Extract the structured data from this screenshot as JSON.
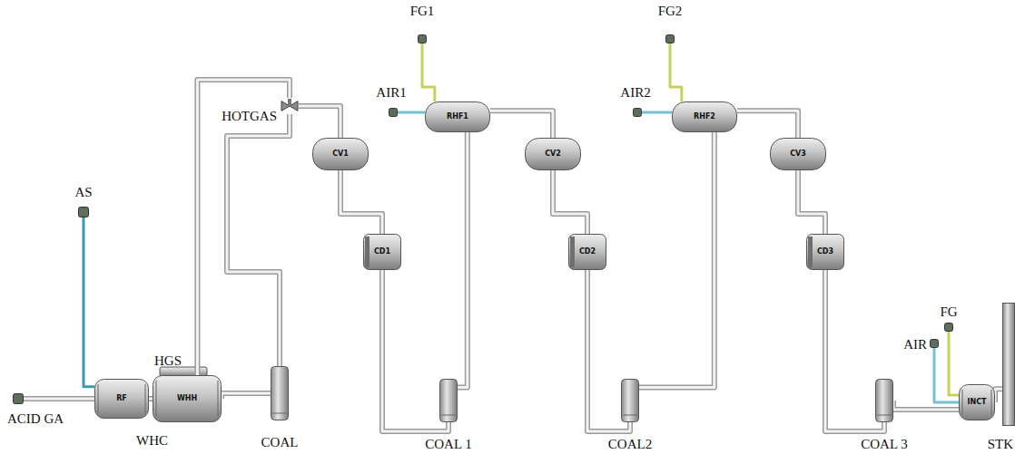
{
  "diagram": {
    "nodes": [
      {
        "text": [
          "FG1"
        ]
      },
      {
        "text": [
          "FG2"
        ]
      },
      {
        "text": [
          "AIR1"
        ]
      },
      {
        "text": [
          "RHF1"
        ]
      },
      {
        "text": [
          "AIR2"
        ]
      },
      {
        "text": [
          "RHF2"
        ]
      },
      {
        "text": [
          "HOTGAS"
        ]
      },
      {
        "text": [
          "CV1"
        ]
      },
      {
        "text": [
          "CV2"
        ]
      },
      {
        "text": [
          "CV3"
        ]
      },
      {
        "text": [
          "AS"
        ]
      },
      {
        "text": [
          "CD1"
        ]
      },
      {
        "text": [
          "CD2"
        ]
      },
      {
        "text": [
          "CD3"
        ]
      },
      {
        "text": [
          "FG"
        ]
      },
      {
        "text": [
          "AIR"
        ]
      },
      {
        "text": [
          "RF"
        ]
      },
      {
        "text": [
          "WHH"
        ]
      },
      {
        "text": [
          "ACID GA"
        ]
      },
      {
        "text": [
          "COAL"
        ]
      },
      {
        "text": [
          "COAL 1"
        ]
      },
      {
        "text": [
          "COAL2"
        ]
      },
      {
        "text": [
          "COAL 3"
        ]
      },
      {
        "text": [
          "INCT"
        ]
      },
      {
        "text": [
          "STK"
        ]
      }
    ],
    "edges": [
      {
        "from": 18,
        "to": 16,
        "arrow": "none"
      },
      {
        "from": 10,
        "to": 16,
        "arrow": "none"
      },
      {
        "from": 16,
        "to": 17,
        "arrow": "none"
      },
      {
        "from": 17,
        "to": 19,
        "arrow": "none"
      },
      {
        "from": 17,
        "to": 6,
        "arrow": "none"
      },
      {
        "from": 19,
        "to": 6,
        "arrow": "none"
      },
      {
        "from": 6,
        "to": 7,
        "arrow": "none"
      },
      {
        "from": 7,
        "to": 11,
        "arrow": "none"
      },
      {
        "from": 11,
        "to": 20,
        "arrow": "none"
      },
      {
        "from": 20,
        "to": 3,
        "arrow": "none"
      },
      {
        "from": 0,
        "to": 3,
        "arrow": "none"
      },
      {
        "from": 2,
        "to": 3,
        "arrow": "none"
      },
      {
        "from": 3,
        "to": 8,
        "arrow": "none"
      },
      {
        "from": 8,
        "to": 12,
        "arrow": "none"
      },
      {
        "from": 12,
        "to": 21,
        "arrow": "none"
      },
      {
        "from": 21,
        "to": 5,
        "arrow": "none"
      },
      {
        "from": 1,
        "to": 5,
        "arrow": "none"
      },
      {
        "from": 4,
        "to": 5,
        "arrow": "none"
      },
      {
        "from": 5,
        "to": 9,
        "arrow": "none"
      },
      {
        "from": 9,
        "to": 13,
        "arrow": "none"
      },
      {
        "from": 13,
        "to": 22,
        "arrow": "none"
      },
      {
        "from": 22,
        "to": 23,
        "arrow": "none"
      },
      {
        "from": 14,
        "to": 23,
        "arrow": "none"
      },
      {
        "from": 15,
        "to": 23,
        "arrow": "none"
      },
      {
        "from": 23,
        "to": 24,
        "arrow": "none"
      }
    ],
    "labels": [
      "HGS",
      "WHC"
    ]
  }
}
